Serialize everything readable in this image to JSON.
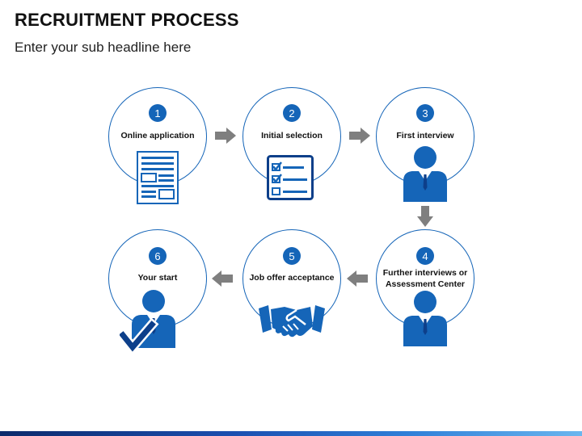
{
  "header": {
    "title": "RECRUITMENT PROCESS",
    "subtitle": "Enter your sub headline here"
  },
  "steps": [
    {
      "number": "1",
      "label": "Online application",
      "icon": "application-form-icon"
    },
    {
      "number": "2",
      "label": "Initial selection",
      "icon": "checklist-icon"
    },
    {
      "number": "3",
      "label": "First interview",
      "icon": "businessman-icon"
    },
    {
      "number": "4",
      "label": "Further interviews or Assessment Center",
      "icon": "businessman-icon"
    },
    {
      "number": "5",
      "label": "Job offer acceptance",
      "icon": "handshake-icon"
    },
    {
      "number": "6",
      "label": "Your start",
      "icon": "businessman-checkmark-icon"
    }
  ],
  "colors": {
    "accent": "#1565b8",
    "arrow": "#7f7f7f",
    "text": "#111111"
  }
}
